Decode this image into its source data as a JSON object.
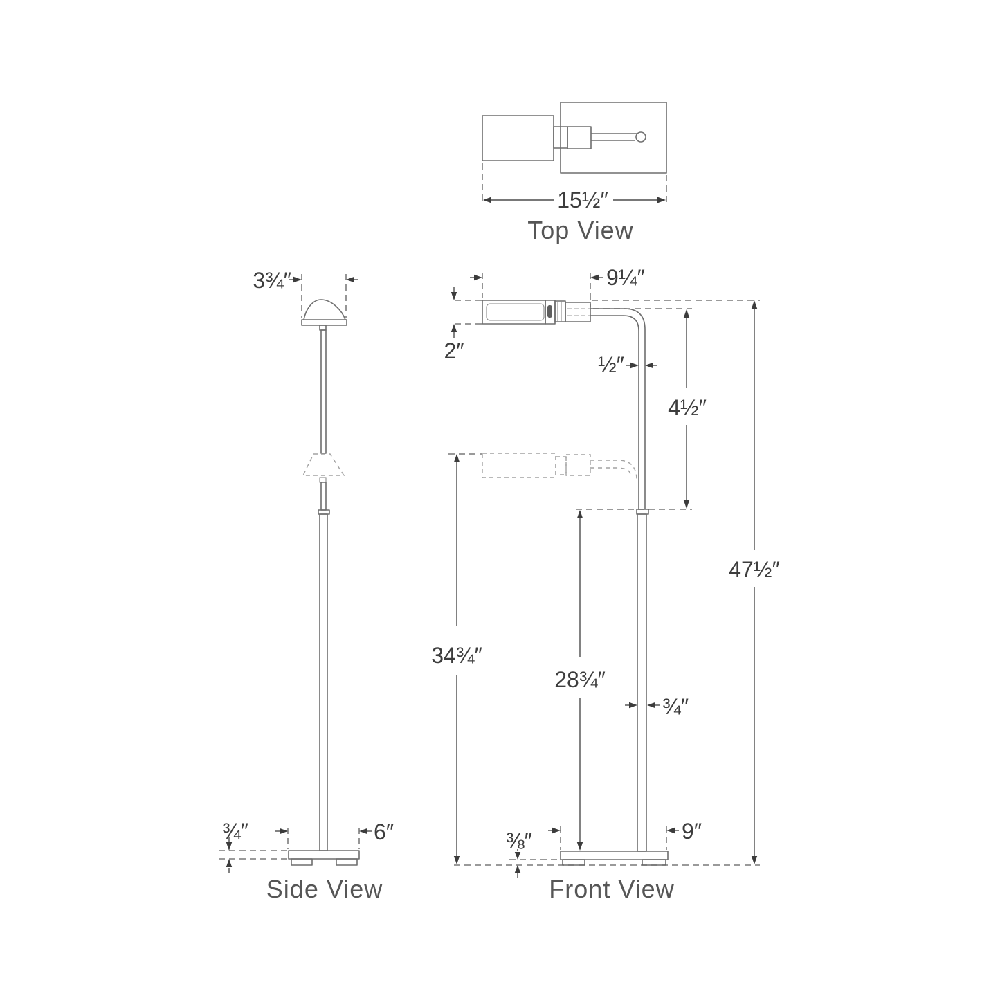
{
  "top_view": {
    "label": "Top View",
    "overall_depth": "15½″"
  },
  "side_view": {
    "label": "Side View",
    "shade_depth": "3¾″",
    "base_thickness": "¾″",
    "base_depth": "6″"
  },
  "front_view": {
    "label": "Front View",
    "shade_length": "9¼″",
    "shade_height": "2″",
    "arm_thickness": "½″",
    "arm_drop": "4½″",
    "overall_height": "47½″",
    "shade_lowered_height": "34¾″",
    "pole_height": "28¾″",
    "pole_thickness": "¾″",
    "foot_height": "⅜″",
    "base_width": "9″"
  },
  "colors": {
    "geometry_line": "#6e6e6e",
    "dimension_line": "#4c4c4c",
    "text": "#3d3d3d",
    "ghost_line": "#a2a2a2",
    "background": "#ffffff"
  }
}
